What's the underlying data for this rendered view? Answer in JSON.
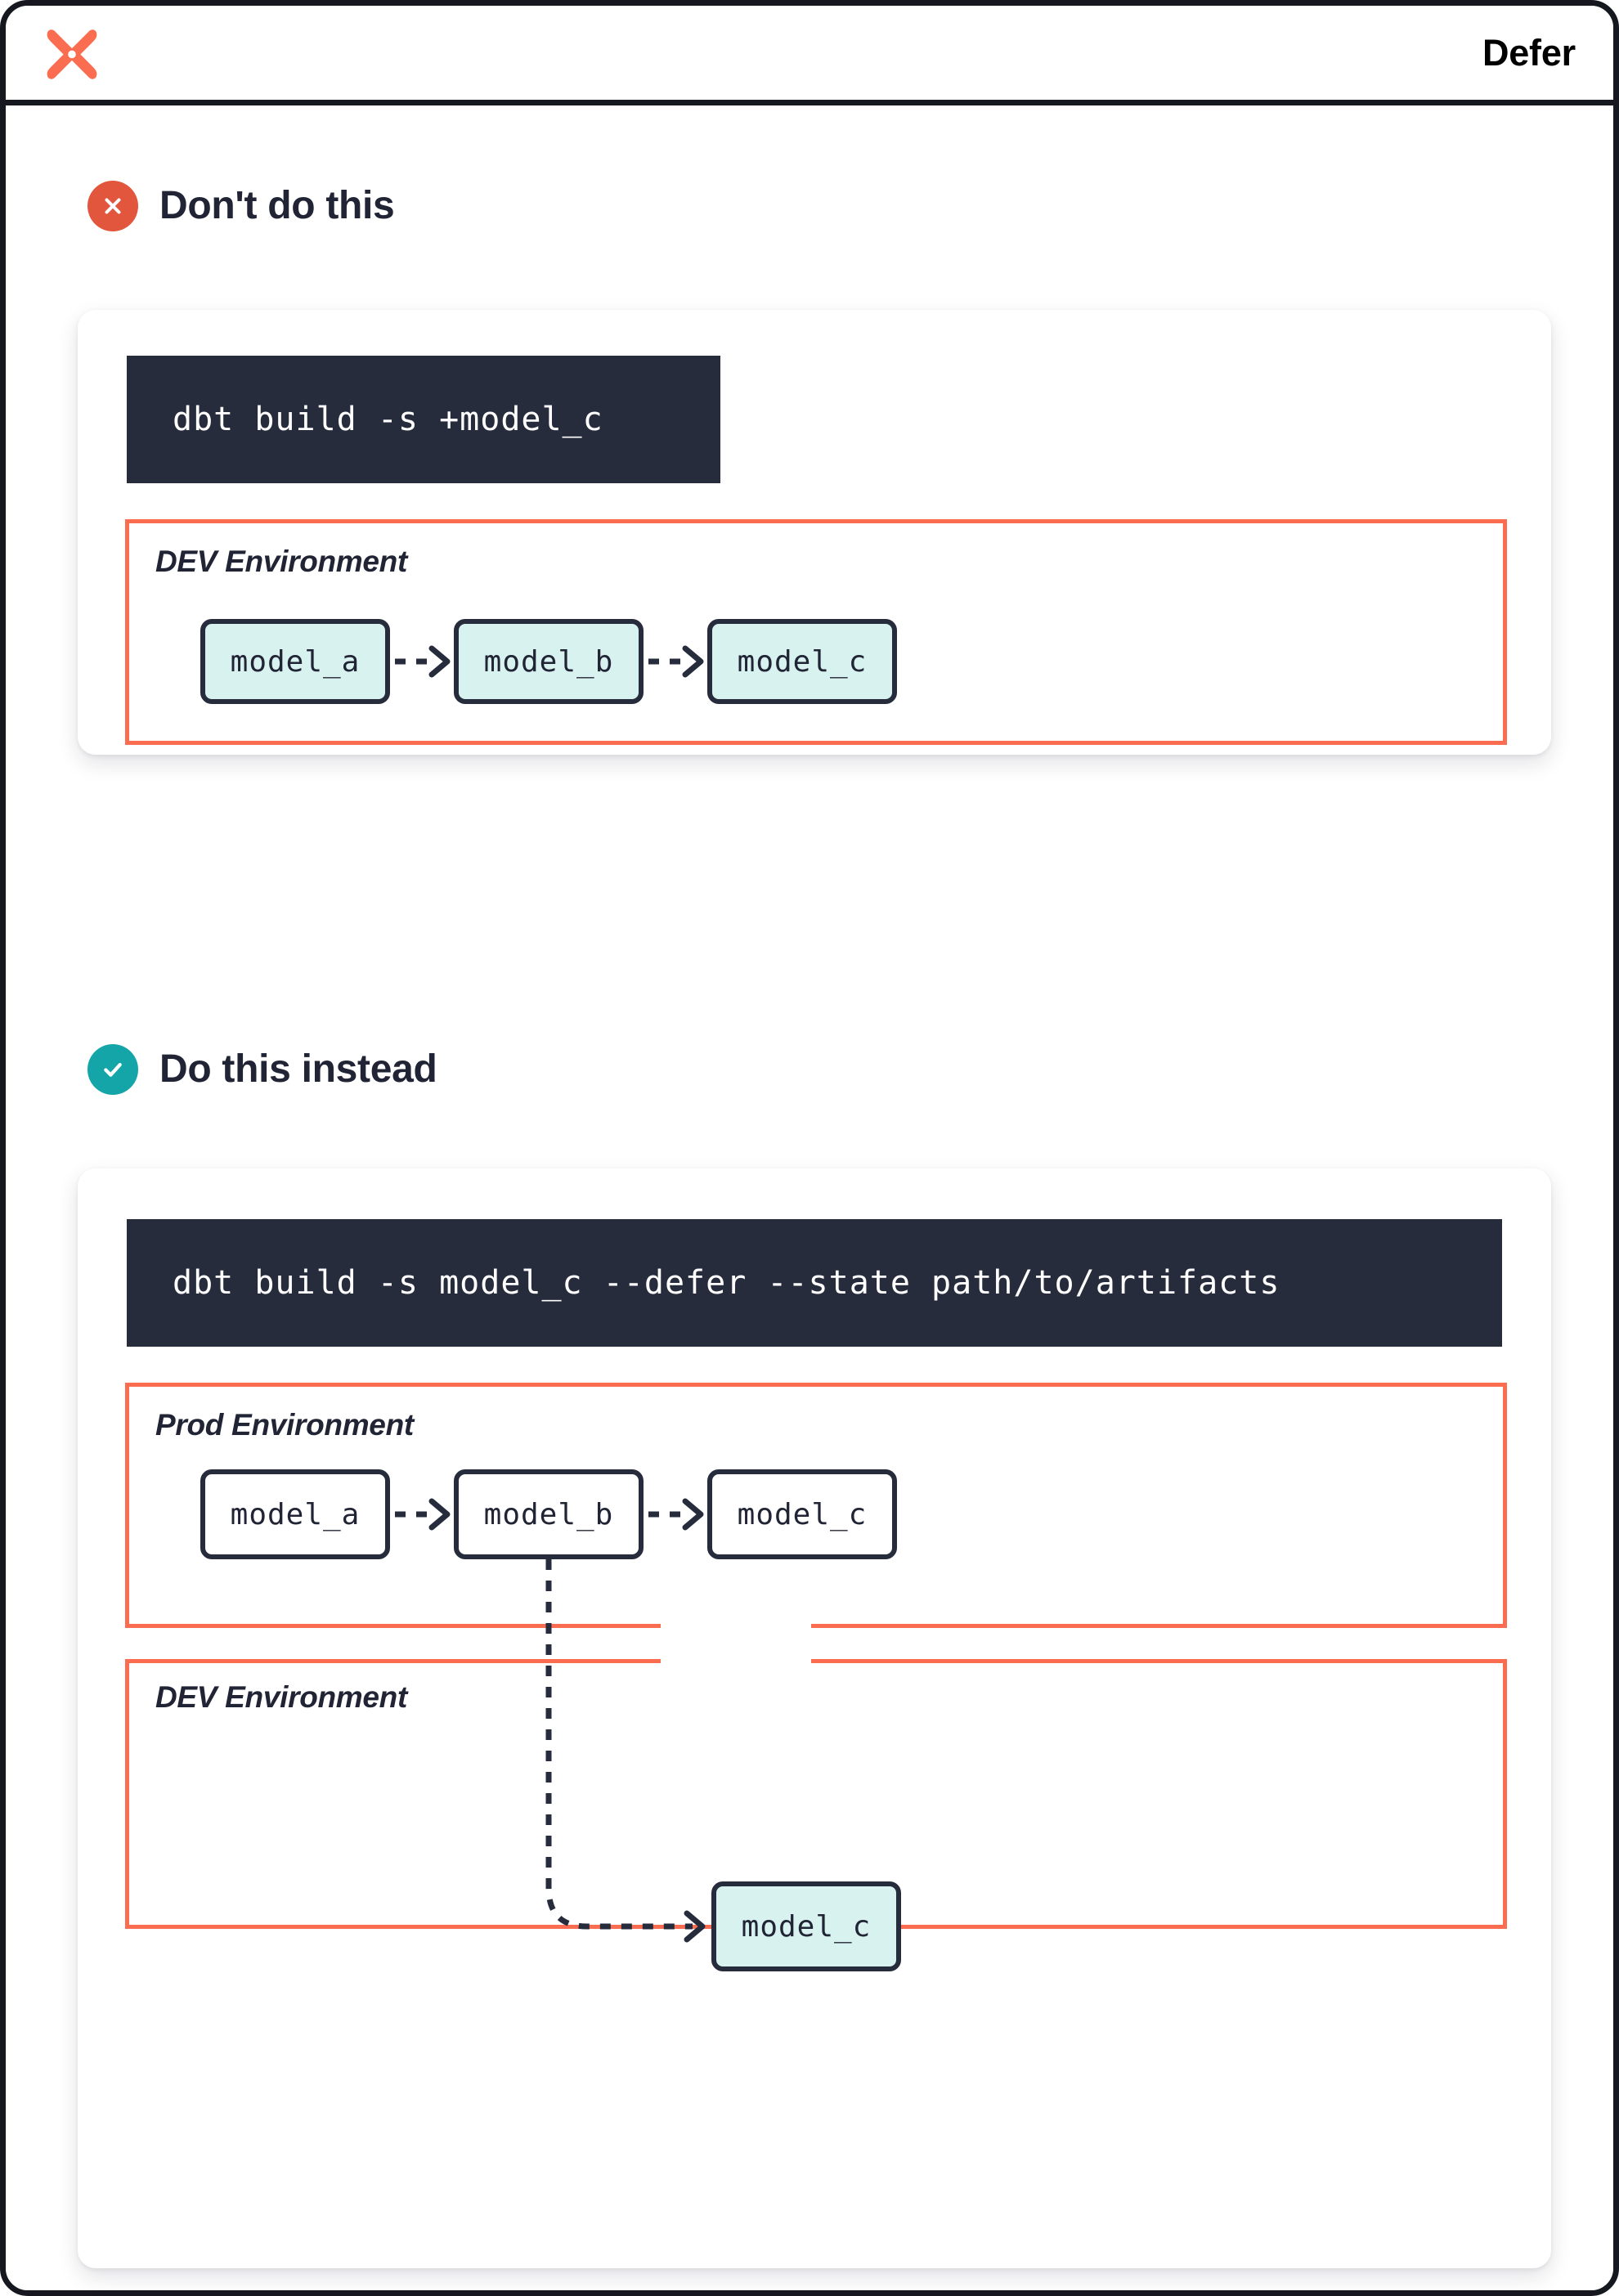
{
  "header": {
    "logo_name": "dbt-logo",
    "title": "Defer",
    "logo_color": "#fb6d50"
  },
  "theme": {
    "accent_orange": "#fb6d50",
    "bad_red": "#e1563c",
    "good_teal": "#13a5a8",
    "ink": "#212435",
    "code_bg": "#272c3d",
    "model_fill": "#d8f2f0"
  },
  "sections": [
    {
      "id": "dont",
      "badge_icon": "x-circle-icon",
      "title": "Don't do this",
      "command": "dbt build -s +model_c",
      "environments": [
        {
          "label": "DEV Environment",
          "models": [
            {
              "name": "model_a",
              "style": "filled"
            },
            {
              "name": "model_b",
              "style": "filled"
            },
            {
              "name": "model_c",
              "style": "filled"
            }
          ]
        }
      ]
    },
    {
      "id": "do",
      "badge_icon": "check-circle-icon",
      "title": "Do this instead",
      "command": "dbt build -s model_c --defer --state path/to/artifacts",
      "environments": [
        {
          "label": "Prod Environment",
          "models": [
            {
              "name": "model_a",
              "style": "plain"
            },
            {
              "name": "model_b",
              "style": "plain"
            },
            {
              "name": "model_c",
              "style": "plain"
            }
          ]
        },
        {
          "label": "DEV Environment",
          "models": [
            {
              "name": "model_c",
              "style": "filled"
            }
          ]
        }
      ]
    }
  ],
  "edges": [
    {
      "from": "model_a",
      "to": "model_b",
      "style": "dashed"
    },
    {
      "from": "model_b",
      "to": "model_c",
      "style": "dashed"
    },
    {
      "from": "prod.model_b",
      "to": "dev.model_c",
      "style": "dashed-elbow"
    }
  ]
}
